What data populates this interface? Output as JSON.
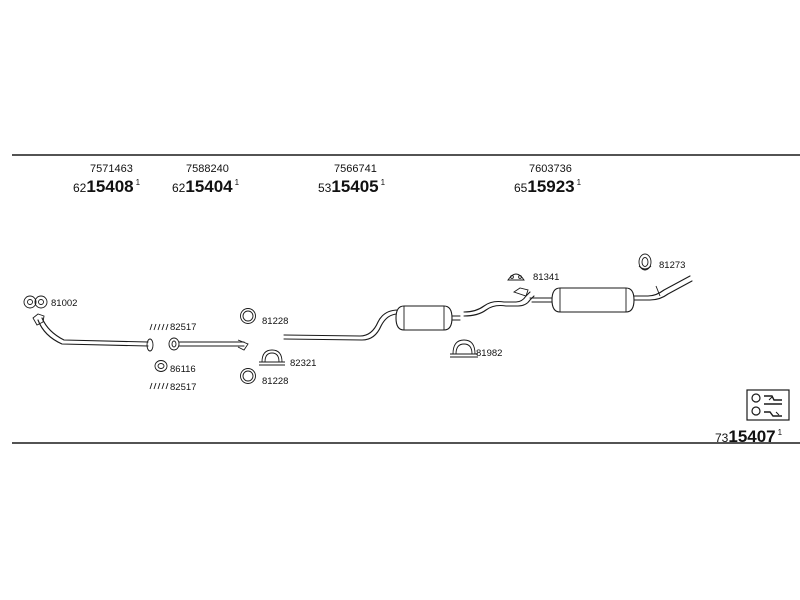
{
  "header_groups": [
    {
      "code": "7571463",
      "prefix": "62",
      "number": "15408",
      "mark": "1"
    },
    {
      "code": "7588240",
      "prefix": "62",
      "number": "15404",
      "mark": "1"
    },
    {
      "code": "7566741",
      "prefix": "53",
      "number": "15405",
      "mark": "1"
    },
    {
      "code": "7603736",
      "prefix": "65",
      "number": "15923",
      "mark": "1"
    }
  ],
  "part_labels": {
    "p81002": "81002",
    "p82517a": "82517",
    "p86116": "86116",
    "p82517b": "82517",
    "p81228a": "81228",
    "p81228b": "81228",
    "p82321": "82321",
    "p81341": "81341",
    "p81982": "81982",
    "p81273": "81273"
  },
  "footer": {
    "prefix": "73",
    "number": "15407",
    "mark": "1"
  },
  "icons": [
    "kit-box-icon"
  ],
  "colors": {
    "line": "#1a1a1a",
    "background": "#ffffff"
  }
}
